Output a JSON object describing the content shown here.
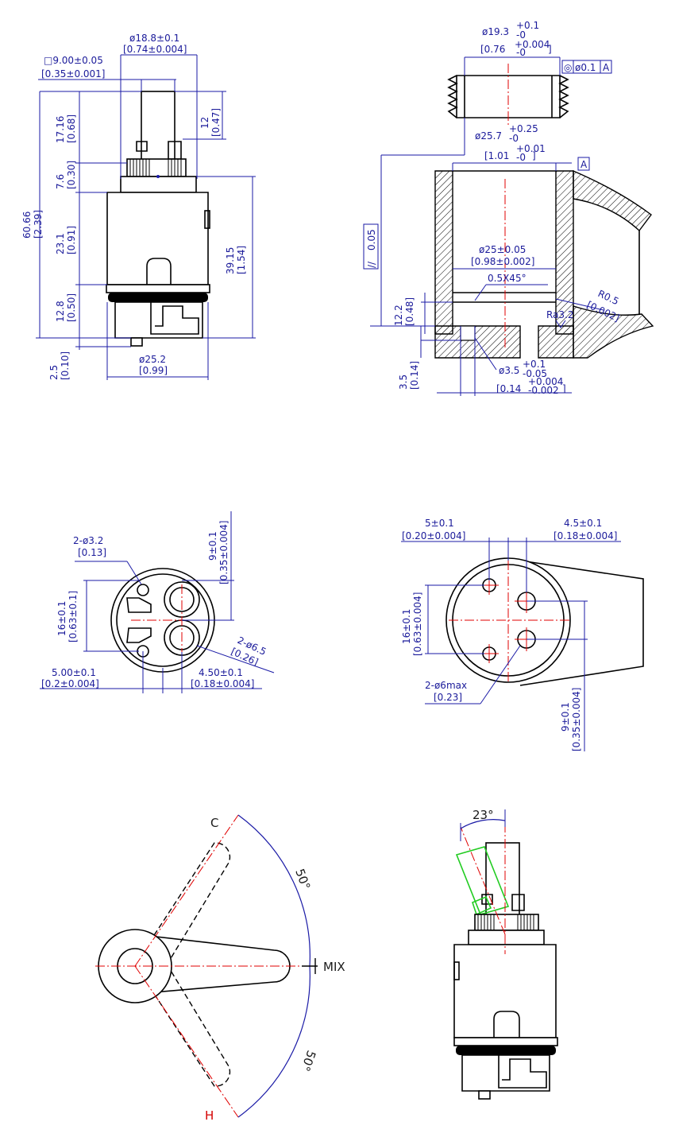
{
  "drawing": {
    "top_left": {
      "d_top": "ø18.8±0.1",
      "d_top_in": "[0.74±0.004]",
      "sq": "□9.00±0.05",
      "sq_in": "[0.35±0.001]",
      "h_total": "60.66",
      "h_total_in": "[2.39]",
      "h1": "17.16",
      "h1_in": "[0.68]",
      "h2": "7.6",
      "h2_in": "[0.30]",
      "h3": "23.1",
      "h3_in": "[0.91]",
      "h4": "12.8",
      "h4_in": "[0.50]",
      "h5": "2.5",
      "h5_in": "[0.10]",
      "r12": "12",
      "r12_in": "[0.47]",
      "r39": "39.15",
      "r39_in": "[1.54]",
      "d_body": "ø25.2",
      "d_body_in": "[0.99]"
    },
    "top_right": {
      "d_thread": "ø19.3",
      "d_thread_tol_top": "+0.1",
      "d_thread_tol_bot": "-0",
      "d_thread_in": "[0.76",
      "d_thread_in_tol_top": "+0.004",
      "d_thread_in_tol_bot": "-0",
      "d_thread_in_end": "]",
      "concentric": "◎",
      "concentric_val": "ø0.1",
      "datum": "A",
      "d_bore": "ø25.7",
      "d_bore_tol_top": "+0.25",
      "d_bore_tol_bot": "-0",
      "d_bore_in": "[1.01",
      "d_bore_in_tol_top": "+0.01",
      "d_bore_in_tol_bot": "-0",
      "d_bore_in_end": "]",
      "parallel": "//",
      "parallel_val": "0.05",
      "d_seat": "ø25±0.05",
      "d_seat_in": "[0.98±0.002]",
      "chamfer": "0.5X45°",
      "radius": "R0.5",
      "radius_in": "[0.002]",
      "roughness": "Ra3.2",
      "h_seat": "12.2",
      "h_seat_in": "[0.48]",
      "h_pin": "3.5",
      "h_pin_in": "[0.14]",
      "d_pin": "ø3.5",
      "d_pin_tol_top": "+0.1",
      "d_pin_tol_bot": "-0.05",
      "d_pin_in": "[0.14",
      "d_pin_in_tol_top": "+0.004",
      "d_pin_in_tol_bot": "-0.002",
      "d_pin_in_end": "]"
    },
    "mid_left": {
      "holes": "2-ø3.2",
      "holes_in": "[0.13]",
      "v9": "9±0.1",
      "v9_in": "[0.35±0.004]",
      "v16": "16±0.1",
      "v16_in": "[0.63±0.1]",
      "ports": "2-ø6.5",
      "ports_in": "[0.26]",
      "h5": "5.00±0.1",
      "h5_in": "[0.2±0.004]",
      "h45": "4.50±0.1",
      "h45_in": "[0.18±0.004]"
    },
    "mid_right": {
      "h5": "5±0.1",
      "h5_in": "[0.20±0.004]",
      "h45": "4.5±0.1",
      "h45_in": "[0.18±0.004]",
      "v16": "16±0.1",
      "v16_in": "[0.63±0.004]",
      "holes": "2-ø6max",
      "holes_in": "[0.23]",
      "v9": "9±0.1",
      "v9_in": "[0.35±0.004]"
    },
    "bottom_left": {
      "cold": "C",
      "hot": "H",
      "mix": "MIX",
      "angle_top": "50°",
      "angle_bot": "50°"
    },
    "bottom_right": {
      "tilt": "23°"
    }
  }
}
